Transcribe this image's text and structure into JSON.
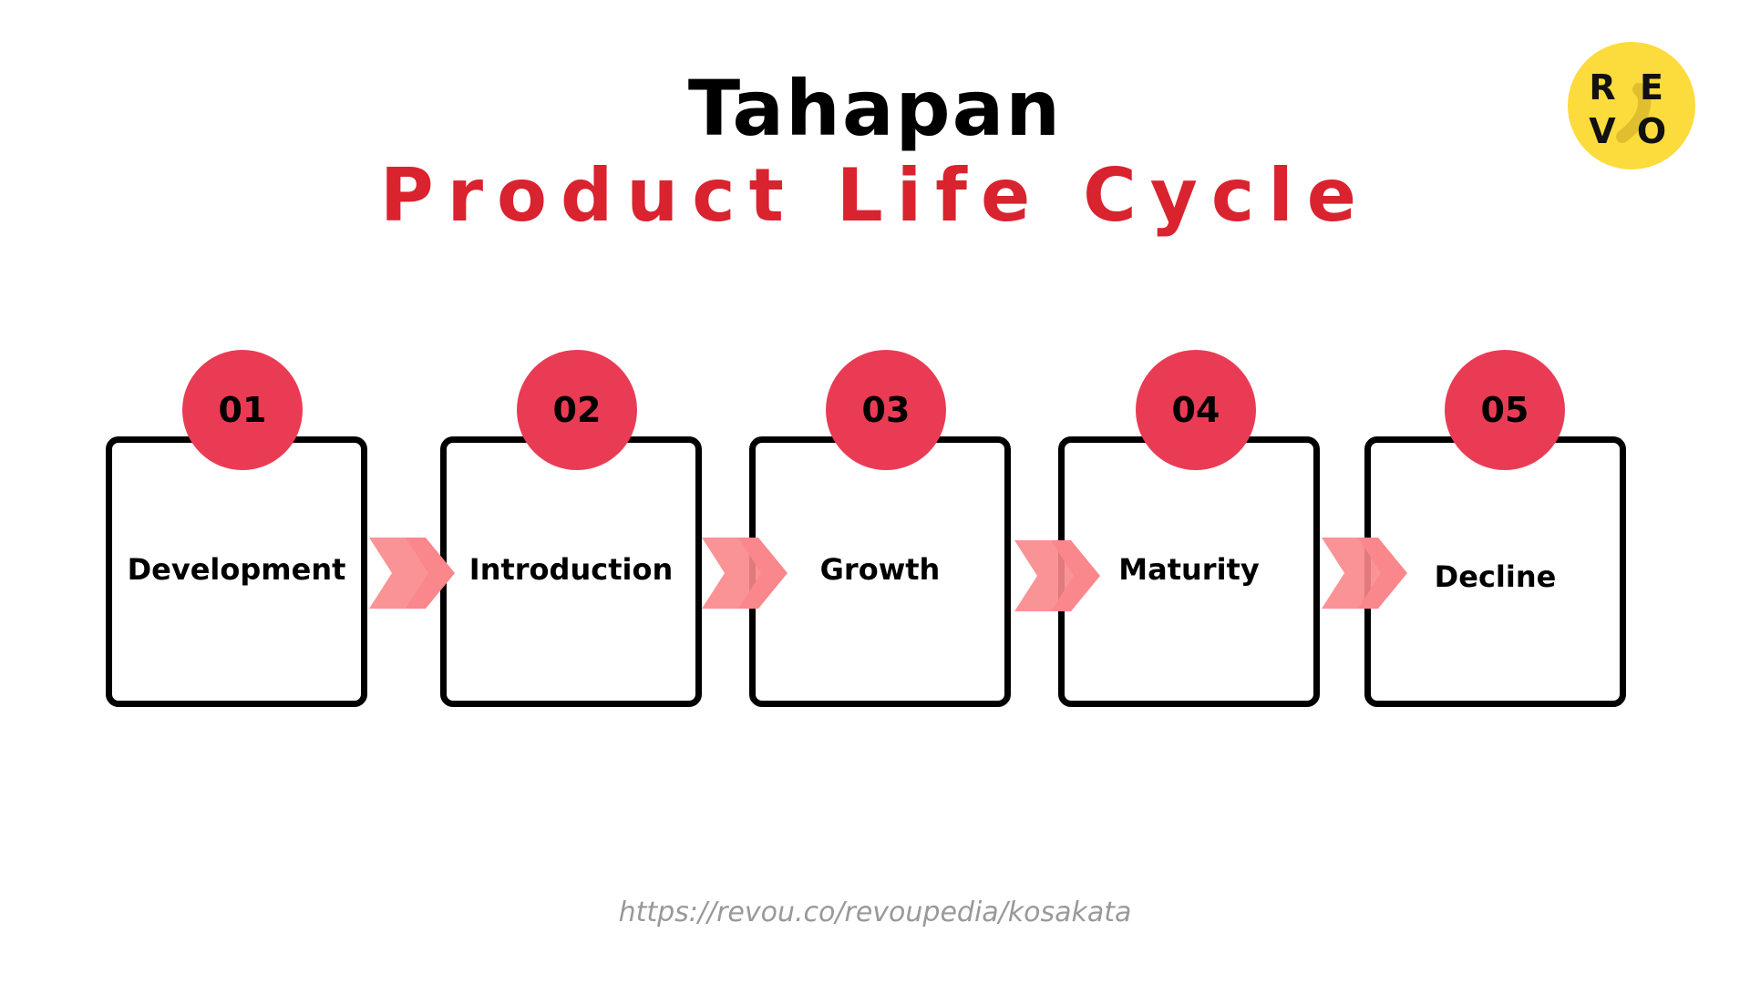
{
  "title": {
    "line1": "Tahapan",
    "line2": "Product Life Cycle"
  },
  "logo": {
    "letters": [
      "R",
      "E",
      "V",
      "O"
    ],
    "background_color": "#fcdb3c"
  },
  "stages": [
    {
      "number": "01",
      "label": "Development"
    },
    {
      "number": "02",
      "label": "Introduction"
    },
    {
      "number": "03",
      "label": "Growth"
    },
    {
      "number": "04",
      "label": "Maturity"
    },
    {
      "number": "05",
      "label": "Decline"
    }
  ],
  "colors": {
    "title_accent": "#d9232f",
    "number_circle": "#ea3b55",
    "arrow": "#f9878b",
    "box_border": "#000000"
  },
  "footer": {
    "url": "https://revou.co/revoupedia/kosakata"
  }
}
